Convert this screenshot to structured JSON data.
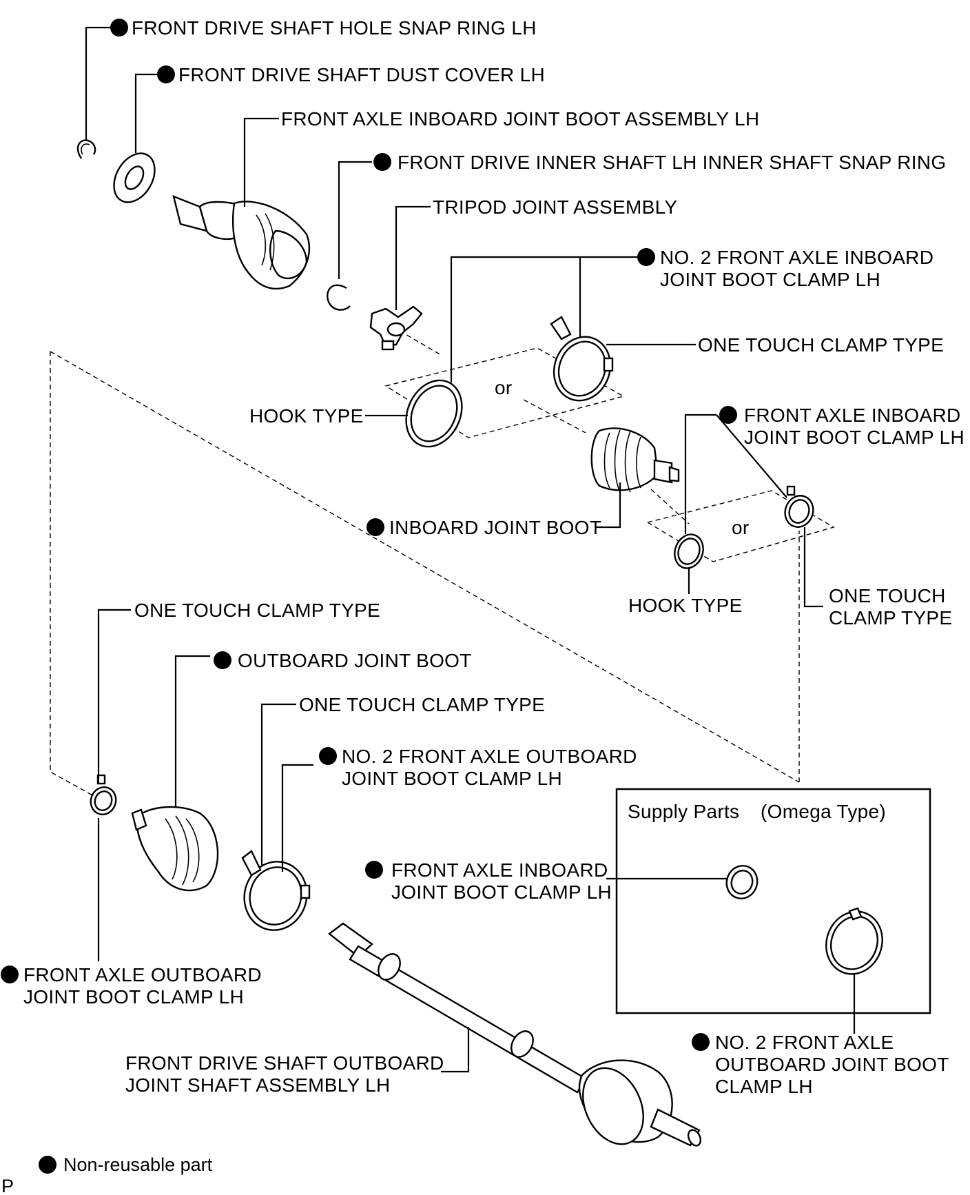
{
  "labels": {
    "snap_ring_hole": "FRONT DRIVE SHAFT HOLE SNAP RING LH",
    "dust_cover": "FRONT DRIVE SHAFT DUST COVER LH",
    "inboard_boot_assembly": "FRONT AXLE INBOARD JOINT BOOT ASSEMBLY LH",
    "inner_shaft_snap_ring": "FRONT DRIVE INNER SHAFT LH INNER SHAFT SNAP RING",
    "tripod_joint": "TRIPOD JOINT ASSEMBLY",
    "no2_inboard_clamp_line1": "NO. 2 FRONT AXLE INBOARD",
    "no2_inboard_clamp_line2": "JOINT BOOT CLAMP LH",
    "one_touch_clamp_type_top": "ONE TOUCH CLAMP TYPE",
    "hook_type_left": "HOOK TYPE",
    "or_top": "or",
    "inboard_clamp_line1": "FRONT AXLE INBOARD",
    "inboard_clamp_line2": "JOINT BOOT CLAMP LH",
    "inboard_joint_boot": "INBOARD JOINT BOOT",
    "or_mid": "or",
    "hook_type_mid": "HOOK TYPE",
    "one_touch_mid_line1": "ONE TOUCH",
    "one_touch_mid_line2": "CLAMP TYPE",
    "one_touch_clamp_type_left": "ONE TOUCH CLAMP TYPE",
    "outboard_joint_boot": "OUTBOARD JOINT BOOT",
    "one_touch_clamp_type_center": "ONE TOUCH CLAMP TYPE",
    "no2_outboard_clamp_line1": "NO. 2 FRONT AXLE OUTBOARD",
    "no2_outboard_clamp_line2": "JOINT BOOT CLAMP LH",
    "outboard_clamp_line1": "FRONT AXLE OUTBOARD",
    "outboard_clamp_line2": "JOINT BOOT CLAMP LH",
    "outboard_shaft_line1": "FRONT DRIVE SHAFT OUTBOARD",
    "outboard_shaft_line2": "JOINT SHAFT ASSEMBLY LH"
  },
  "supply_parts": {
    "title": "Supply Parts",
    "subtitle": "(Omega Type)",
    "inboard_clamp_line1": "FRONT AXLE INBOARD",
    "inboard_clamp_line2": "JOINT BOOT CLAMP LH",
    "no2_outboard_line1": "NO. 2 FRONT AXLE",
    "no2_outboard_line2": "OUTBOARD JOINT BOOT",
    "no2_outboard_line3": "CLAMP LH"
  },
  "legend": {
    "non_reusable": "Non-reusable part"
  },
  "corner_mark": "P"
}
